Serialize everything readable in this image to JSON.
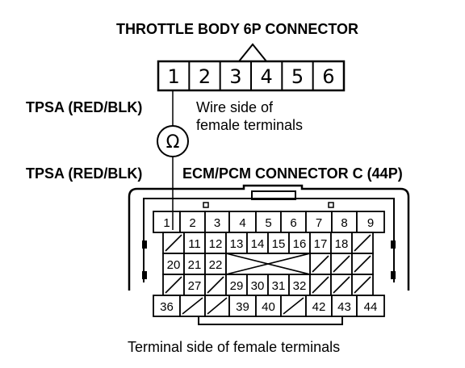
{
  "labels": {
    "throttle_connector": "THROTTLE BODY 6P CONNECTOR",
    "tpsa_top": "TPSA (RED/BLK)",
    "wire_side_line1": "Wire side of",
    "wire_side_line2": "female terminals",
    "tpsa_bottom": "TPSA (RED/BLK)",
    "ecm_connector": "ECM/PCM CONNECTOR C (44P)",
    "terminal_side": "Terminal side of female terminals",
    "ohm_symbol": "Ω"
  },
  "connector_6p": {
    "pins": [
      "1",
      "2",
      "3",
      "4",
      "5",
      "6"
    ]
  },
  "connector_44p": {
    "rows": [
      [
        {
          "t": "1"
        },
        {
          "t": "2"
        },
        {
          "t": "3"
        },
        {
          "t": "4"
        },
        {
          "t": "5"
        },
        {
          "t": "6"
        },
        {
          "t": "7"
        },
        {
          "t": "8"
        },
        {
          "t": "9"
        }
      ],
      [
        {
          "t": ""
        },
        {
          "t": "11"
        },
        {
          "t": "12"
        },
        {
          "t": "13"
        },
        {
          "t": "14"
        },
        {
          "t": "15"
        },
        {
          "t": "16"
        },
        {
          "t": "17"
        },
        {
          "t": "18"
        },
        {
          "t": ""
        }
      ],
      [
        {
          "t": "20"
        },
        {
          "t": "21"
        },
        {
          "t": "22"
        },
        {
          "t": ""
        },
        {
          "t": ""
        },
        {
          "t": ""
        },
        {
          "t": ""
        },
        {
          "t": ""
        },
        {
          "t": ""
        },
        {
          "t": ""
        }
      ],
      [
        {
          "t": ""
        },
        {
          "t": "27"
        },
        {
          "t": ""
        },
        {
          "t": "29"
        },
        {
          "t": "30"
        },
        {
          "t": "31"
        },
        {
          "t": "32"
        },
        {
          "t": ""
        },
        {
          "t": ""
        },
        {
          "t": ""
        }
      ],
      [
        {
          "t": "36"
        },
        {
          "t": ""
        },
        {
          "t": ""
        },
        {
          "t": "39"
        },
        {
          "t": "40"
        },
        {
          "t": ""
        },
        {
          "t": "42"
        },
        {
          "t": "43"
        },
        {
          "t": "44"
        }
      ]
    ]
  }
}
